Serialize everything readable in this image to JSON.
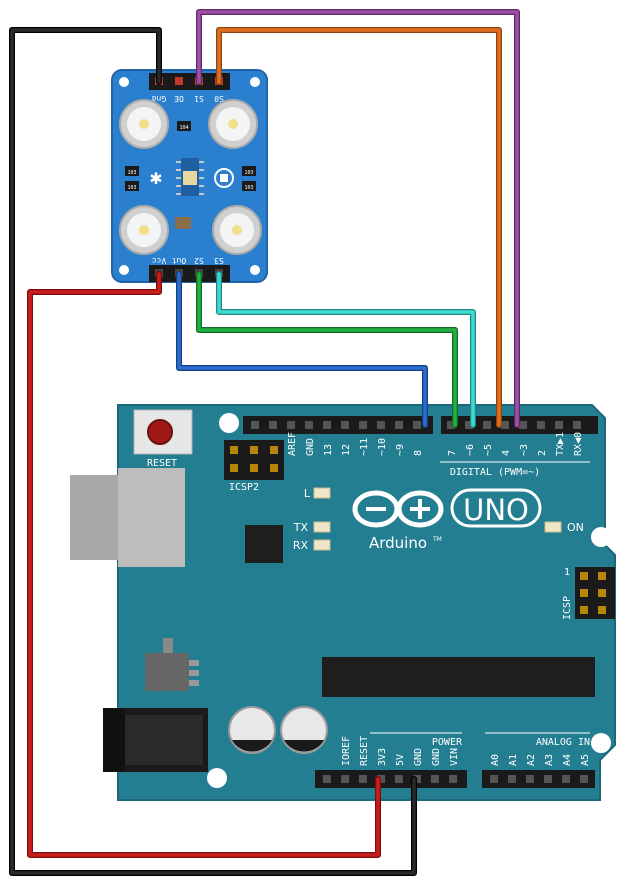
{
  "sensor": {
    "top_pins": [
      "Gnd",
      "OE",
      "S1",
      "S0"
    ],
    "bottom_pins": [
      "Vcc",
      "Out",
      "S2",
      "S3"
    ],
    "resistor_label": "103",
    "cap_label": "104"
  },
  "arduino": {
    "reset_label": "RESET",
    "icsp2_label": "ICSP2",
    "icsp_label": "ICSP",
    "icsp_pin1": "1",
    "digital_label": "DIGITAL (PWM=~)",
    "digital_pins": [
      "AREF",
      "GND",
      "13",
      "12",
      "~11",
      "~10",
      "~9",
      "8",
      "7",
      "~6",
      "~5",
      "4",
      "~3",
      "2",
      "TX▶1",
      "RX◀0"
    ],
    "led_l": "L",
    "led_tx": "TX",
    "led_rx": "RX",
    "led_on": "ON",
    "logo_text": "Arduino",
    "logo_tm": "TM",
    "uno_text": "UNO",
    "power_label": "POWER",
    "analog_label": "ANALOG IN",
    "power_pins": [
      "IOREF",
      "RESET",
      "3V3",
      "5V",
      "GND",
      "GND",
      "VIN"
    ],
    "analog_pins": [
      "A0",
      "A1",
      "A2",
      "A3",
      "A4",
      "A5"
    ]
  },
  "colors": {
    "board": "#237e91",
    "sensor_board": "#2b7fcf",
    "wire_black": "#1a1a1a",
    "wire_red": "#c81e1e",
    "wire_purple": "#a050a8",
    "wire_orange": "#e07020",
    "wire_blue": "#2a6cd0",
    "wire_green": "#22b040",
    "wire_cyan": "#40d8d0"
  }
}
